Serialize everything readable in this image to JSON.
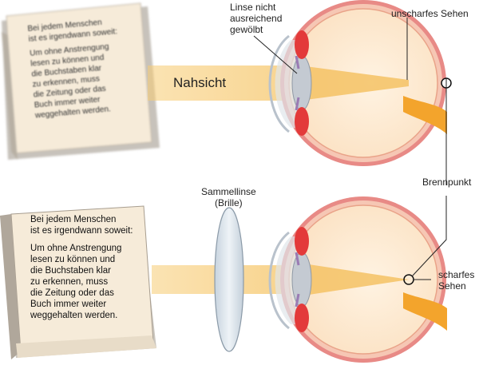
{
  "labels": {
    "lens_not_curved": [
      "Linse nicht",
      "ausreichend",
      "gewölbt"
    ],
    "blurry_vision": "unscharfes Sehen",
    "near_sight": "Nahsicht",
    "focal_point": "Brennpunkt",
    "converging_lens": [
      "Sammellinse",
      "(Brille)"
    ],
    "sharp_vision": [
      "scharfes",
      "Sehen"
    ]
  },
  "book_text": {
    "heading": [
      "Bei jedem Menschen",
      "ist es irgendwann soweit:"
    ],
    "body": [
      "Um ohne Anstrengung",
      "lesen zu können und",
      "die Buchstaben klar",
      "zu erkennen, muss",
      "die Zeitung oder das",
      "Buch immer weiter",
      "weggehalten werden."
    ]
  },
  "colors": {
    "light_beam": "#f7cc74",
    "eye_fill": "#fde9cf",
    "sclera_red": "#e0827c",
    "lens_gray": "#c9ced6",
    "glasses_lens": "#d9e2ea",
    "muscle_red": "#e33a3a",
    "optic_nerve": "#f3a42c"
  }
}
